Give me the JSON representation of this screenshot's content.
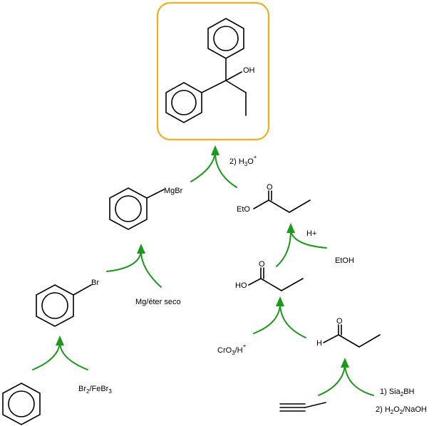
{
  "target": {
    "oh": "OH",
    "box_color": "#f4ad1c"
  },
  "grignard": {
    "label": "MgBr"
  },
  "bromobenzene": {
    "label": "Br"
  },
  "ester": {
    "label": "EtO"
  },
  "acid": {
    "label": "HO"
  },
  "aldehyde": {
    "o": "O",
    "h": "H"
  },
  "ester_o": "O",
  "acid_o": "O",
  "reagents": {
    "acid_workup_prefix": "2) H",
    "acid_workup_sub": "3",
    "acid_workup_o": "O",
    "acid_workup_sup": "+",
    "mg": "Mg/éter seco",
    "esterification_cat": "H+",
    "esterification_alcohol": "EtOH",
    "bromination_1": "Br",
    "bromination_1_sub": "2",
    "bromination_2": "/FeBr",
    "bromination_2_sub": "3",
    "oxidation_1": "CrO",
    "oxidation_1_sub": "3",
    "oxidation_2": "/H",
    "oxidation_2_sup": "+",
    "hydroboration_1": "1) Sia",
    "hydroboration_1_sub": "2",
    "hydroboration_1_end": "BH",
    "hydroboration_2": "2) H",
    "hydroboration_2_sub1": "2",
    "hydroboration_2_o": "O",
    "hydroboration_2_sub2": "2",
    "hydroboration_2_end": "/NaOH"
  },
  "colors": {
    "arrow": "#1a9a1a",
    "target_box": "#f4ad1c",
    "bond": "#000000"
  }
}
